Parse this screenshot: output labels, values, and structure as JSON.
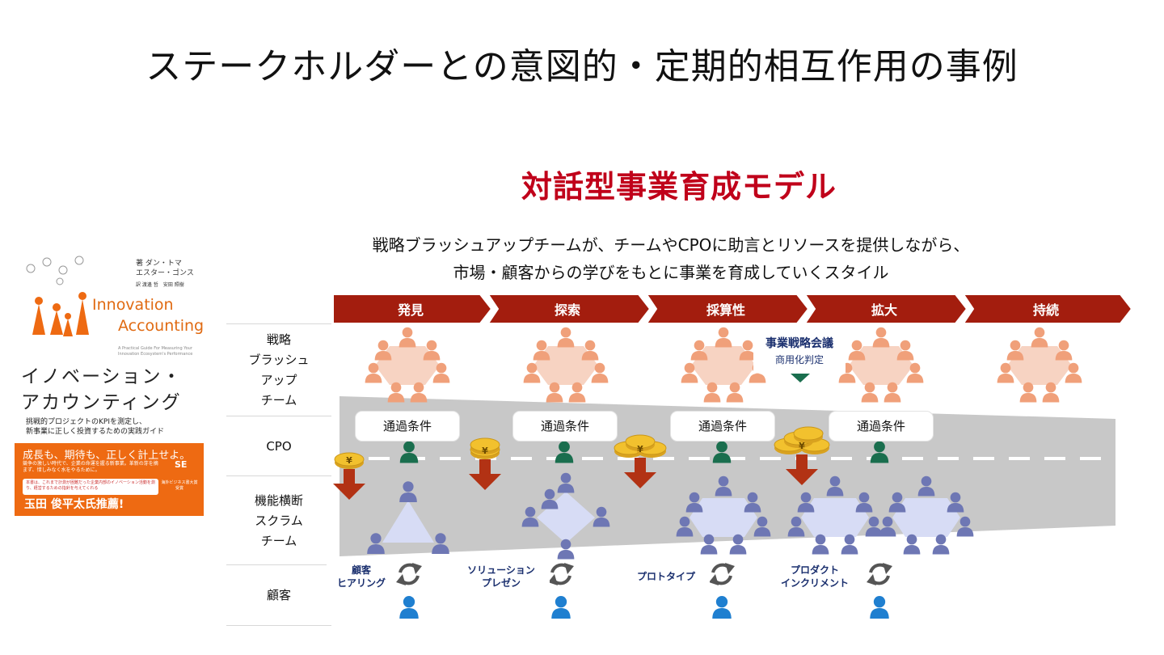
{
  "slide": {
    "title": "ステークホルダーとの意図的・定期的相互作用の事例",
    "model_title": "対話型事業育成モデル",
    "description_line1": "戦略ブラッシュアップチームが、チームやCPOに助言とリソースを提供しながら、",
    "description_line2": "市場・顧客からの学びをもとに事業を育成していくスタイル"
  },
  "phases": [
    "発見",
    "探索",
    "採算性",
    "拡大",
    "持続"
  ],
  "rows": [
    {
      "label": "戦略\nブラッシュ\nアップ\nチーム"
    },
    {
      "label": "CPO"
    },
    {
      "label": "機能横断\nスクラム\nチーム"
    },
    {
      "label": "顧客"
    }
  ],
  "gates": [
    "通過条件",
    "通過条件",
    "通過条件",
    "通過条件"
  ],
  "strategy_meeting": {
    "title": "事業戦略会議",
    "subtitle": "商用化判定"
  },
  "customer_interactions": [
    "顧客\nヒアリング",
    "ソリューション\nプレゼン",
    "プロトタイプ",
    "プロダクト\nインクリメント"
  ],
  "currency_symbol": "¥",
  "book": {
    "authors_line1": "著 ダン・トマ",
    "authors_line2": "エスター・ゴンス",
    "translators": "訳 渡邊 哲　安田 照樹",
    "title_en_1": "Innovation",
    "title_en_2": "Accounting",
    "subtitle_en": "A Practical Guide For Measuring Your Innovation Ecosystem's Performance",
    "title_jp_1": "イノベーション・",
    "title_jp_2": "アカウンティング",
    "subtitle_jp_1": "挑戦的プロジェクトのKPIを測定し、",
    "subtitle_jp_2": "新事業に正しく投資するための実践ガイド",
    "band_headline": "成長も、期待も、正しく計上せよ。",
    "band_text": "競争の激しい時代で、企業の命運を握る新事業。革新の芽を摘まず、惜しみなく水をやるために。",
    "band_note": "本書は、これまで計測が困難だった企業内部のイノベーション活動を測り、経営するための指針を与えてくれる",
    "recommender": "玉田 俊平太氏推薦!",
    "publisher": "SE",
    "award": "海外ビジネス書大賞受賞"
  },
  "colors": {
    "title_red": "#c0001a",
    "phase_bar": "#a31d0e",
    "strategy_person": "#f0a07a",
    "cpo_person": "#1a6e4e",
    "team_person": "#6e77b4",
    "customer_person": "#1f7fd0",
    "road": "#c8c8c8",
    "arrow": "#b23214",
    "coin": "#f2c12e"
  }
}
